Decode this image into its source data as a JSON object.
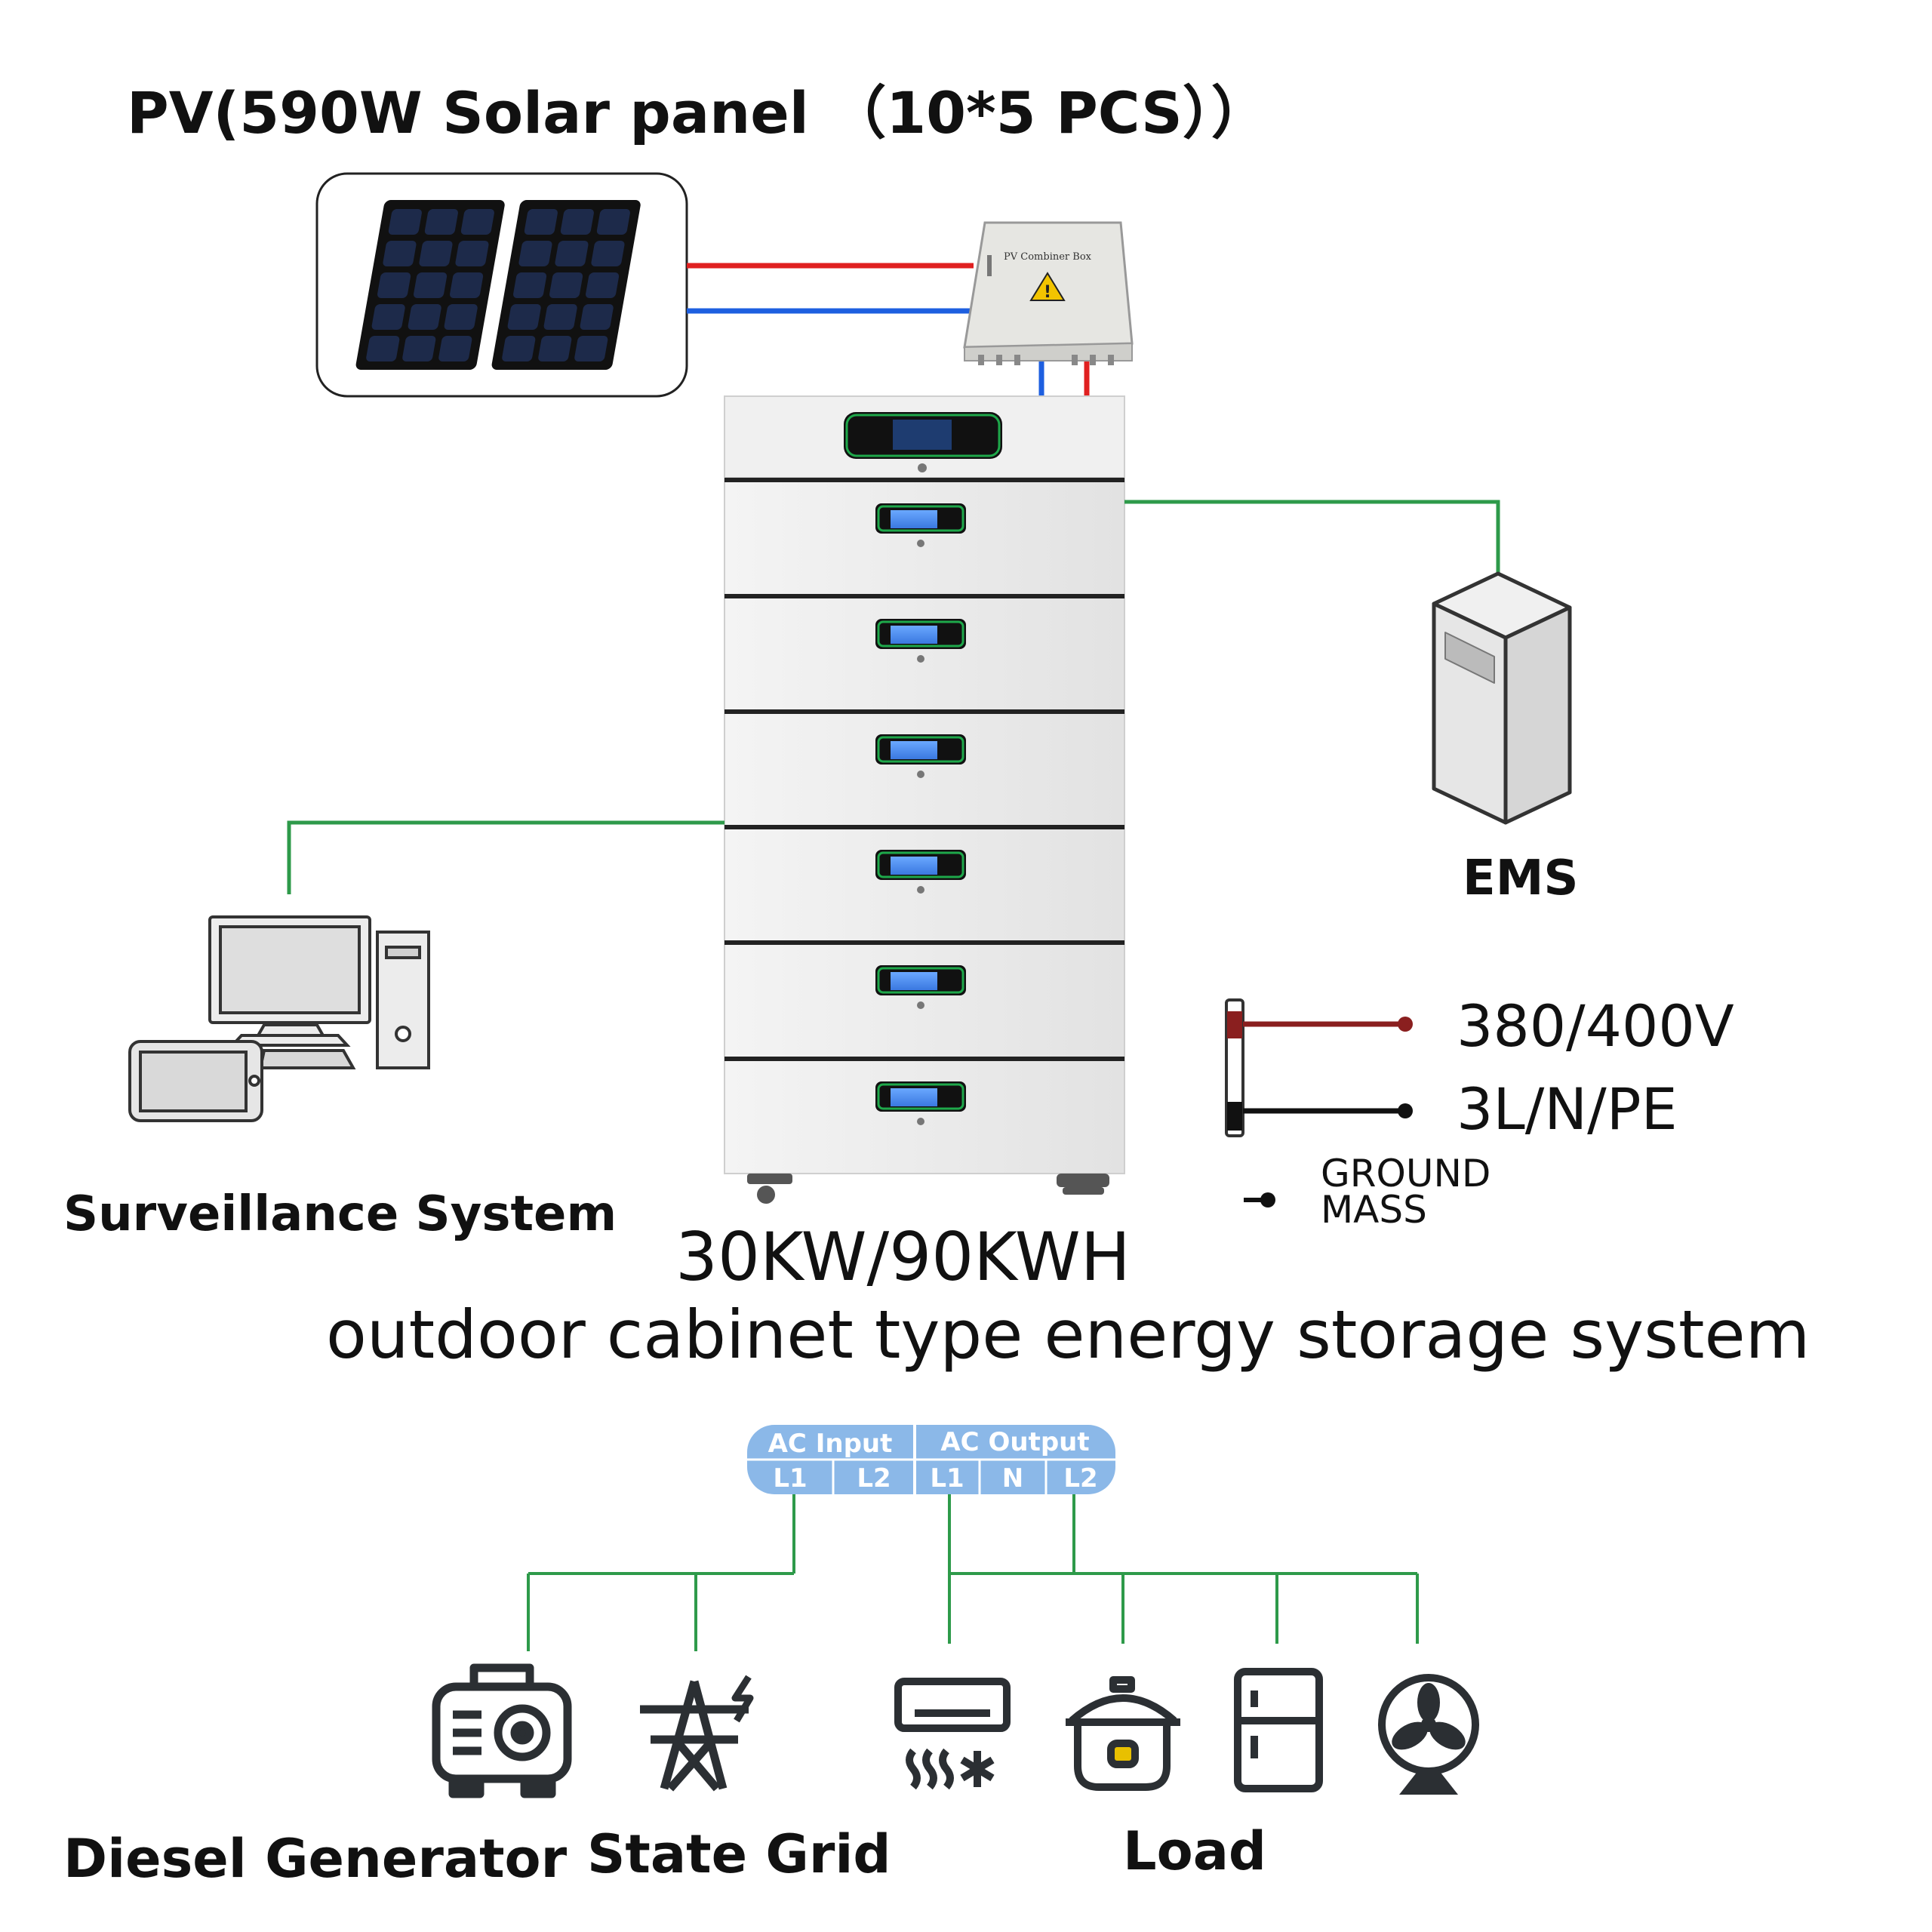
{
  "title": "PV(590W Solar panel （10*5 PCS））",
  "combiner_box_label": "PV Combiner Box",
  "ems_label": "EMS",
  "surveillance_label": "Surveillance System",
  "power_spec": {
    "voltage": "380/400V",
    "phases": "3L/N/PE",
    "ground": "GROUND",
    "mass": "MASS"
  },
  "system": {
    "rating": "30KW/90KWH",
    "description": "outdoor cabinet type energy storage system"
  },
  "terminal_block": {
    "ac_input": {
      "label": "AC Input",
      "terminals": [
        "L1",
        "L2"
      ]
    },
    "ac_output": {
      "label": "AC Output",
      "terminals": [
        "L1",
        "N",
        "L2"
      ]
    }
  },
  "bottom_labels": {
    "diesel": "Diesel Generator",
    "grid": "State Grid",
    "load": "Load"
  },
  "icons": [
    "solar-panel-icon",
    "combiner-box-icon",
    "battery-cabinet-icon",
    "server-cabinet-icon",
    "computer-icon",
    "tablet-icon",
    "generator-icon",
    "transmission-tower-icon",
    "air-conditioner-icon",
    "rice-cooker-icon",
    "refrigerator-icon",
    "fan-icon"
  ],
  "colors": {
    "wire_red": "#e02020",
    "wire_blue": "#1e5fe0",
    "signal_green": "#2e9a4a",
    "terminal_blue": "#8bb8e8",
    "brown_terminal": "#8a1f1f"
  }
}
